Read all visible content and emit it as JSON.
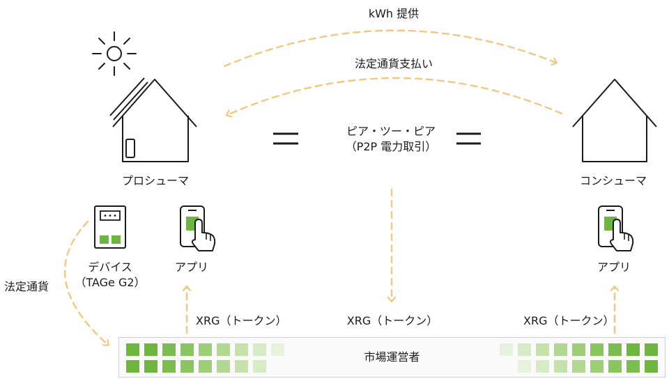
{
  "labels": {
    "kwh_supply": "kWh 提供",
    "fiat_payment": "法定通貨支払い",
    "p2p_line1": "ピア・ツー・ピア",
    "p2p_line2": "（P2P 電力取引）",
    "prosumer": "プロシューマ",
    "consumer": "コンシューマ",
    "device_line1": "デバイス",
    "device_line2": "（TAGe G2）",
    "app_left": "アプリ",
    "app_right": "アプリ",
    "fiat_currency": "法定通貨",
    "xrg_left": "XRG（トークン）",
    "xrg_center": "XRG（トークン）",
    "xrg_right": "XRG（トークン）",
    "market_operator": "市場運営者"
  },
  "colors": {
    "arrow": "#f3c77e",
    "green": "#6fb63f",
    "line": "#1a1a1a"
  },
  "icons": [
    "sun-icon",
    "house-icon",
    "device-icon",
    "smartphone-touch-icon",
    "equals-icon"
  ]
}
